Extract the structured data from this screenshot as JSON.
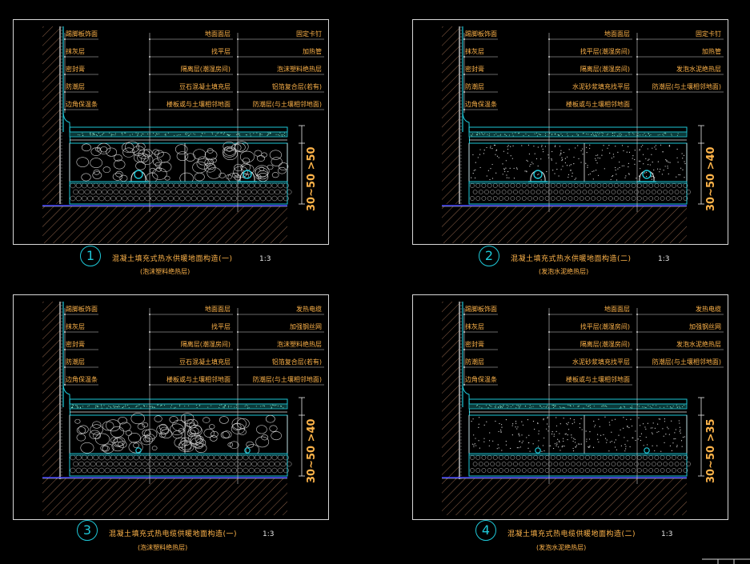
{
  "colors": {
    "background": "#000000",
    "frame": "#d8d8d8",
    "cyan": "#1ec8d8",
    "orange": "#ffb44a",
    "blue_line": "#3a3aff",
    "hatch": "#b07a5a"
  },
  "panels": [
    {
      "number": "1",
      "title": "混凝土填充式热水供暖地面构造(一)",
      "subtitle": "(泡沫塑料绝热层)",
      "scale": "1:3",
      "dimension": "30~50 >50",
      "callouts_left": [
        "踢脚板饰面",
        "抹灰层",
        "密封膏",
        "防潮层",
        "边角保温条"
      ],
      "callouts_mid": [
        "地面面层",
        "找平层",
        "隔离层(潮湿房间)",
        "豆石混凝土填充层",
        "楼板或与土壤相邻地面"
      ],
      "callouts_right": [
        "固定卡钉",
        "加热管",
        "泡沫塑料绝热层",
        "铝箔复合层(若有)",
        "防潮层(与土壤相邻地面)"
      ]
    },
    {
      "number": "2",
      "title": "混凝土填充式热水供暖地面构造(二)",
      "subtitle": "(发泡水泥绝热层)",
      "scale": "1:3",
      "dimension": "30~50 >40",
      "callouts_left": [
        "踢脚板饰面",
        "抹灰层",
        "密封膏",
        "防潮层",
        "边角保温条"
      ],
      "callouts_mid": [
        "地面面层",
        "找平层(潮湿房间)",
        "隔离层(潮湿房间)",
        "水泥砂浆填充找平层",
        "楼板或与土壤相邻地面"
      ],
      "callouts_right": [
        "固定卡钉",
        "加热管",
        "发泡水泥绝热层",
        "防潮层(与土壤相邻地面)"
      ]
    },
    {
      "number": "3",
      "title": "混凝土填充式热电缆供暖地面构造(一)",
      "subtitle": "(泡沫塑料绝热层)",
      "scale": "1:3",
      "dimension": "30~50 >40",
      "callouts_left": [
        "踢脚板饰面",
        "抹灰层",
        "密封膏",
        "防潮层",
        "边角保温条"
      ],
      "callouts_mid": [
        "地面面层",
        "找平层",
        "隔离层(潮湿房间)",
        "豆石混凝土填充层",
        "楼板或与土壤相邻地面"
      ],
      "callouts_right": [
        "发热电缆",
        "加强钢丝网",
        "泡沫塑料绝热层",
        "铝箔复合层(若有)",
        "防潮层(与土壤相邻地面)"
      ]
    },
    {
      "number": "4",
      "title": "混凝土填充式热电缆供暖地面构造(二)",
      "subtitle": "(发泡水泥绝热层)",
      "scale": "1:3",
      "dimension": "30~50 >35",
      "callouts_left": [
        "踢脚板饰面",
        "抹灰层",
        "密封膏",
        "防潮层",
        "边角保温条"
      ],
      "callouts_mid": [
        "地面面层",
        "找平层(潮湿房间)",
        "隔离层(潮湿房间)",
        "水泥砂浆填充找平层",
        "楼板或与土壤相邻地面"
      ],
      "callouts_right": [
        "发热电缆",
        "加强钢丝网",
        "发泡水泥绝热层",
        "防潮层(与土壤相邻地面)"
      ]
    }
  ]
}
